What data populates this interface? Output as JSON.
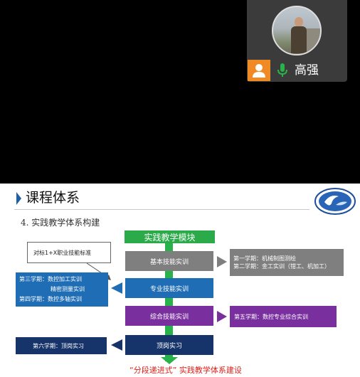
{
  "participant": {
    "name": "高强",
    "badge_color": "#f08a24",
    "mic_color": "#2ab24a",
    "icons": [
      "user-icon",
      "microphone-icon"
    ]
  },
  "slide": {
    "title": "课程体系",
    "subtitle": "4. 实践教学体系构建",
    "module_header": "实践教学模块",
    "center_boxes": [
      "基本技能实训",
      "专业技能实训",
      "综合技能实训",
      "顶岗实习"
    ],
    "right_boxes": {
      "basic_line1": "第一学期：机械制图测绘",
      "basic_line2": "第二学期：金工实训（钳工、机加工）",
      "comprehensive": "第五学期：数控专业综合实训"
    },
    "left_boxes": {
      "note": "对标1+X职业技能标准",
      "prof_line1": "第三学期：数控加工实训",
      "prof_line2": "精密测量实训",
      "prof_line3": "第四学期：数控多轴实训",
      "internship": "第六学期：顶岗实习"
    },
    "footer_quoted": "“分段递进式”",
    "footer_rest": "实践教学体系建设",
    "colors": {
      "green": "#2aaa48",
      "grey": "#7f7f7f",
      "blue": "#1f6db5",
      "purple": "#7a2f9f",
      "navy": "#17346a",
      "title_accent": "#1f5fa8",
      "footer_red": "#e0201a"
    }
  }
}
